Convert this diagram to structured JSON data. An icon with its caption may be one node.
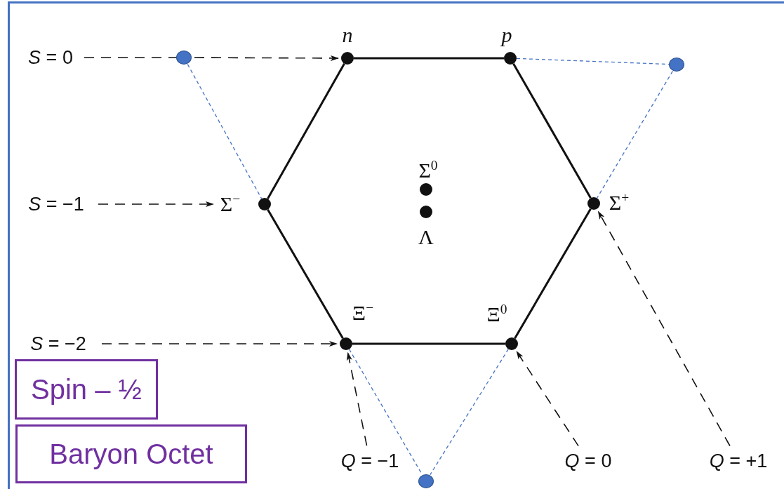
{
  "diagram": {
    "nodes": [
      {
        "text": [
          "*S* = 0"
        ]
      },
      {
        "text": [],
        "shape": "circle"
      },
      {
        "text": [],
        "shape": "circle",
        "beside": [
          "*n*"
        ]
      },
      {
        "text": [],
        "shape": "circle",
        "beside": [
          "*p*"
        ]
      },
      {
        "text": [],
        "shape": "circle"
      },
      {
        "text": [],
        "shape": "circle",
        "beside": [
          "Σ$^{0}$"
        ]
      },
      {
        "text": [
          "*S* = −1"
        ]
      },
      {
        "text": [],
        "shape": "circle",
        "beside": [
          "Σ$^{−}$"
        ]
      },
      {
        "text": [],
        "shape": "circle",
        "beside": [
          "Σ$^{+}$"
        ]
      },
      {
        "text": [],
        "shape": "circle",
        "beside": [
          "Λ"
        ]
      },
      {
        "text": [],
        "shape": "circle",
        "beside": [
          "Ξ$^{−}$"
        ]
      },
      {
        "text": [],
        "shape": "circle",
        "beside": [
          "Ξ$^{0}$"
        ]
      },
      {
        "text": [
          "*S* = −2"
        ]
      },
      {
        "text": [
          "Spin – ½"
        ]
      },
      {
        "text": [
          "Baryon Octet"
        ]
      },
      {
        "text": [
          "*Q* = −1"
        ]
      },
      {
        "text": [
          "*Q* = 0"
        ]
      },
      {
        "text": [
          "*Q* = +1"
        ]
      },
      {
        "text": [],
        "shape": "circle"
      }
    ],
    "edges": [
      {
        "from": 0,
        "to": 1,
        "arrow": "none",
        "style": "dashed"
      },
      {
        "from": 1,
        "to": 2,
        "arrow": "to",
        "style": "dashed"
      },
      {
        "from": 6,
        "to": 7,
        "arrow": "to",
        "style": "dashed"
      },
      {
        "from": 12,
        "to": 10,
        "arrow": "to",
        "style": "dashed"
      },
      {
        "from": 15,
        "to": 10,
        "arrow": "to",
        "style": "dashed"
      },
      {
        "from": 16,
        "to": 11,
        "arrow": "to",
        "style": "dashed"
      },
      {
        "from": 17,
        "to": 8,
        "arrow": "to",
        "style": "dashed"
      },
      {
        "from": 2,
        "to": 3,
        "arrow": "none"
      },
      {
        "from": 3,
        "to": 8,
        "arrow": "none"
      },
      {
        "from": 8,
        "to": 11,
        "arrow": "none"
      },
      {
        "from": 11,
        "to": 10,
        "arrow": "none"
      },
      {
        "from": 10,
        "to": 7,
        "arrow": "none"
      },
      {
        "from": 7,
        "to": 2,
        "arrow": "none"
      },
      {
        "from": 1,
        "to": 7,
        "arrow": "none",
        "style": "dashed",
        "color": "#4472c4"
      },
      {
        "from": 3,
        "to": 4,
        "arrow": "none",
        "style": "dashed",
        "color": "#4472c4"
      },
      {
        "from": 4,
        "to": 8,
        "arrow": "none",
        "style": "dashed",
        "color": "#4472c4"
      },
      {
        "from": 10,
        "to": 18,
        "arrow": "none",
        "style": "dashed",
        "color": "#4472c4"
      },
      {
        "from": 11,
        "to": 18,
        "arrow": "none",
        "style": "dashed",
        "color": "#4472c4"
      }
    ]
  }
}
